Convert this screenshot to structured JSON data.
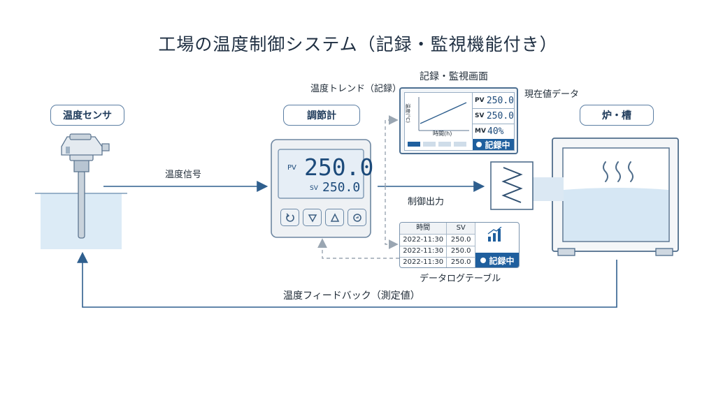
{
  "title": "工場の温度制御システム（記録・監視機能付き）",
  "labels": {
    "sensor": "温度センサ",
    "controller": "調節計",
    "furnace": "炉・槽",
    "temp_signal": "温度信号",
    "control_output": "制御出力",
    "feedback": "温度フィードバック（測定値）",
    "trend": "温度トレンド（記録）",
    "monitor_screen": "記録・監視画面",
    "current_data": "現在値データ",
    "datalog_table": "データログテーブル"
  },
  "controller": {
    "pv_label": "PV",
    "pv_value": "250.0",
    "sv_label": "SV",
    "sv_value": "250.0"
  },
  "monitor": {
    "chart_ylabel": "温度(°C)",
    "chart_xlabel": "時間(h)",
    "rows": [
      {
        "key": "PV",
        "value": "250.0"
      },
      {
        "key": "SV",
        "value": "250.0"
      },
      {
        "key": "MV",
        "value": "40%"
      }
    ],
    "recording": "記録中"
  },
  "datalog": {
    "headers": [
      "時間",
      "SV"
    ],
    "rows": [
      [
        "2022-11:30",
        "250.0"
      ],
      [
        "2022-11:30",
        "250.0"
      ],
      [
        "2022-11:30",
        "250.0"
      ]
    ],
    "recording": "記録中"
  },
  "colors": {
    "accent": "#1f5f9e",
    "line": "#2f5f8e",
    "dashed": "#9aa6b2",
    "liquid": "#dcebf6"
  },
  "icons": {
    "heat": "steam-icon",
    "heater": "heater-coil-icon",
    "bars": "bar-chart-icon"
  }
}
